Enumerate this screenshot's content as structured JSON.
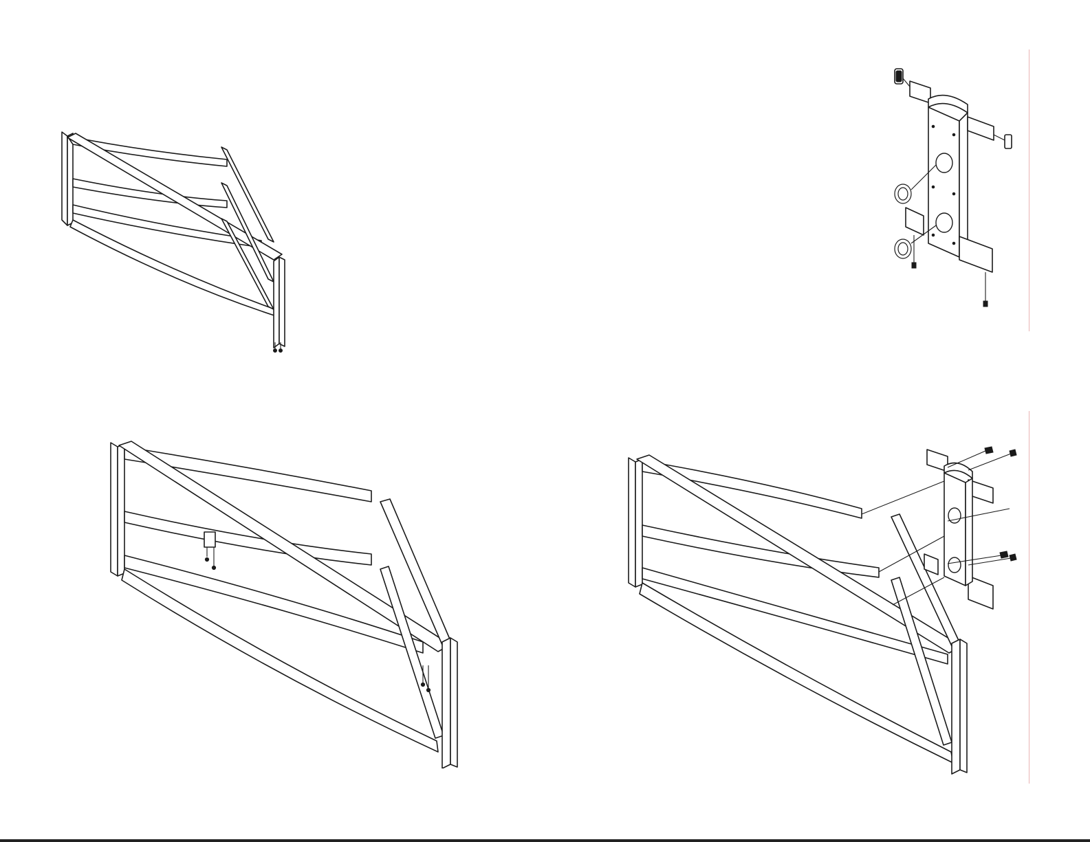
{
  "figures": [
    {
      "id": "step-1",
      "icon": "frame-exploded-rails-icon"
    },
    {
      "id": "step-2",
      "icon": "mount-bracket-exploded-icon"
    },
    {
      "id": "step-3",
      "icon": "frame-assembly-screws-icon"
    },
    {
      "id": "step-4",
      "icon": "frame-with-mount-icon"
    }
  ],
  "colors": {
    "line": "#1a1a1a",
    "trim": "#e9b3b3",
    "paper": "#ffffff"
  }
}
